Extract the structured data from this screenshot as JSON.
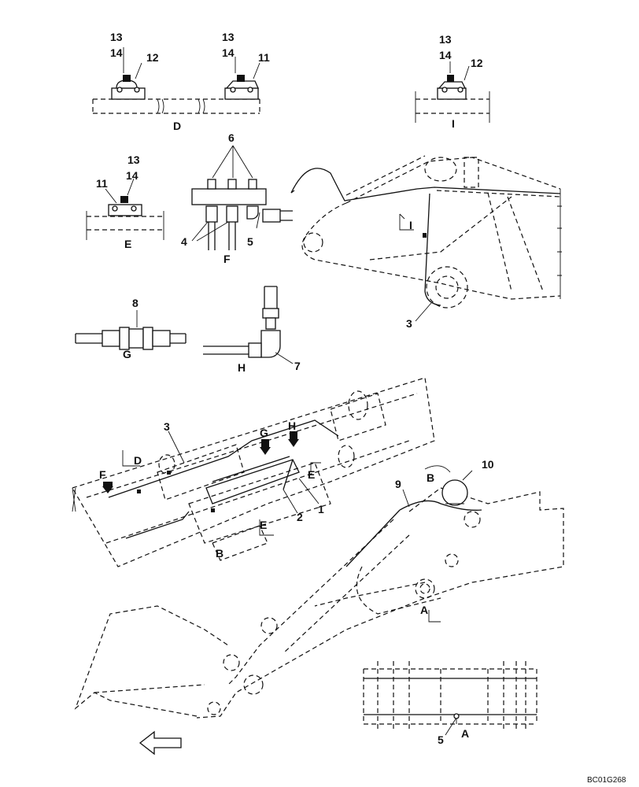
{
  "drawing_code": "BC01G268",
  "views": {
    "D": {
      "label": "D",
      "left": {
        "top": "13",
        "mid": "14",
        "side": "12"
      },
      "right": {
        "top": "13",
        "mid": "14",
        "side": "11"
      }
    },
    "I": {
      "label": "I",
      "top": "13",
      "mid": "14",
      "side": "12"
    },
    "E": {
      "label": "E",
      "top": "13",
      "mid": "14",
      "side": "11"
    },
    "F": {
      "label": "F",
      "top": "6",
      "left": "4",
      "right": "5"
    },
    "G": {
      "label": "G",
      "part": "8"
    },
    "H": {
      "label": "H",
      "part": "7"
    }
  },
  "callouts": {
    "boom_hose": "3",
    "arm_hose": "3",
    "part_2": "2",
    "part_1": "1",
    "part_9": "9",
    "part_10": "10",
    "part_5": "5"
  },
  "section_marks": {
    "I": "I",
    "D": "D",
    "F": "F",
    "G": "G",
    "H": "H",
    "E_upper": "E",
    "E_lower": "E",
    "B_under": "B",
    "B_mark": "B",
    "A_mark": "A",
    "A_view": "A"
  },
  "direction_arrow": "front"
}
